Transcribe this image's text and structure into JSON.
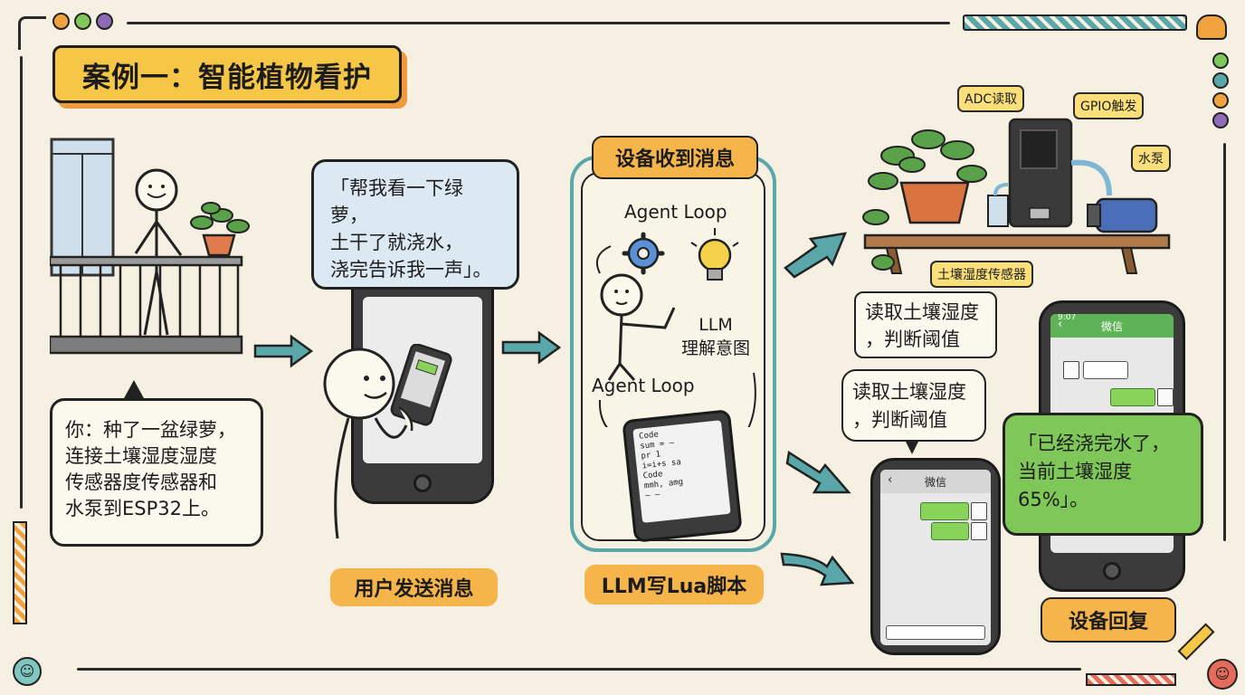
{
  "title": "案例一：智能植物看护",
  "user_note": {
    "lines": [
      "你：种了一盆绿萝，",
      "连接土壤湿度湿度",
      "传感器度传感器和",
      "水泵到ESP32上。"
    ]
  },
  "user_message": {
    "lines": [
      "「帮我看一下绿萝，",
      "土干了就浇水，",
      "浇完告诉我一声」。"
    ]
  },
  "step_labels": {
    "send": "用户发送消息",
    "device_receive": "设备收到消息",
    "llm_write": "LLM写Lua脚本",
    "device_reply": "设备回复"
  },
  "agent_loop_top": "Agent Loop",
  "agent_loop_bottom": "Agent Loop",
  "llm_intent": {
    "line1": "LLM",
    "line2": "理解意图"
  },
  "code_tablet": {
    "lines": [
      "Code",
      "sum = —",
      "pr 1",
      "i=i+s sa",
      "Code",
      "mmh, amg",
      "— —"
    ]
  },
  "hardware_tags": {
    "adc": "ADC读取",
    "gpio": "GPIO触发",
    "pump": "水泵",
    "sensor": "土壤湿度传感器"
  },
  "read_note_1": {
    "line1": "读取土壤湿度",
    "line2": "，判断阈值"
  },
  "read_note_2": {
    "line1": "读取土壤湿度",
    "line2": "，判断阈值"
  },
  "reply_message": {
    "lines": [
      "「已经浇完水了，",
      "当前土壤湿度",
      "65%」。"
    ]
  },
  "wechat_title": "微信",
  "phone_status": "9:07",
  "colors": {
    "background": "#f5f0e1",
    "title_fill": "#f6c646",
    "title_shadow": "#ef9a3e",
    "label_orange": "#f5b54a",
    "bubble_green": "#7fc758",
    "bubble_blue": "#dde9f2",
    "arrow_teal": "#5aa7a9",
    "wechat_green": "#5fb357"
  }
}
